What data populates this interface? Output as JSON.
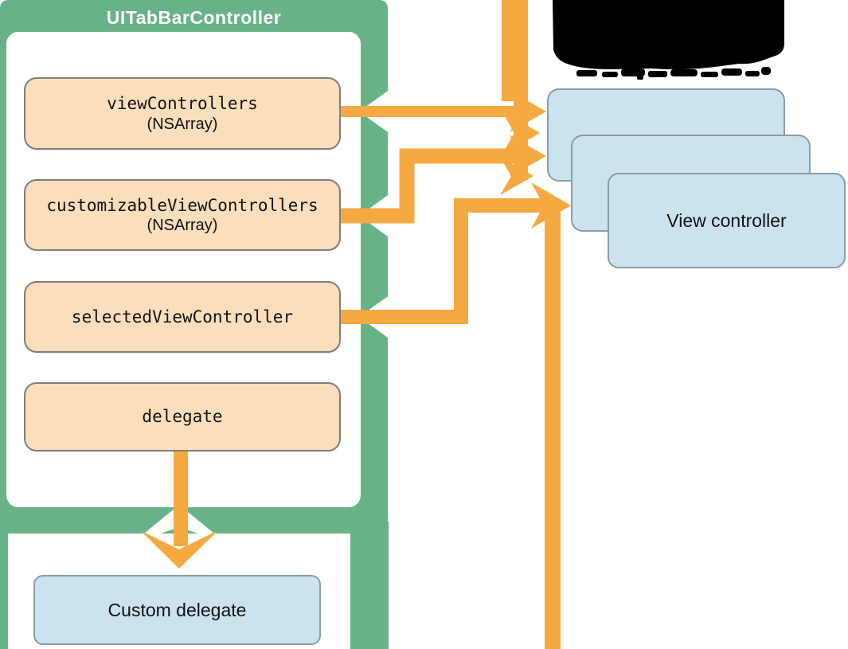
{
  "title": "UITabBarController",
  "properties": [
    {
      "name": "viewControllers",
      "type": "(NSArray)"
    },
    {
      "name": "customizableViewControllers",
      "type": "(NSArray)"
    },
    {
      "name": "selectedViewController",
      "type": ""
    },
    {
      "name": "delegate",
      "type": ""
    }
  ],
  "stack": {
    "label": "View controller",
    "box_count": 3
  },
  "custom_delegate": {
    "label": "Custom delegate"
  },
  "blackout": {
    "present": true,
    "note": "blacked-out label above view controller stack"
  },
  "colors": {
    "container_green": "#68B287",
    "arrow_orange": "#F6A841",
    "property_fill": "#FBDEBB",
    "property_border": "#7E7E7E",
    "controller_fill": "#CBE3EE",
    "controller_border": "#8C9CA3",
    "title_text": "#FFFFFF",
    "blackout_fill": "#000000"
  }
}
